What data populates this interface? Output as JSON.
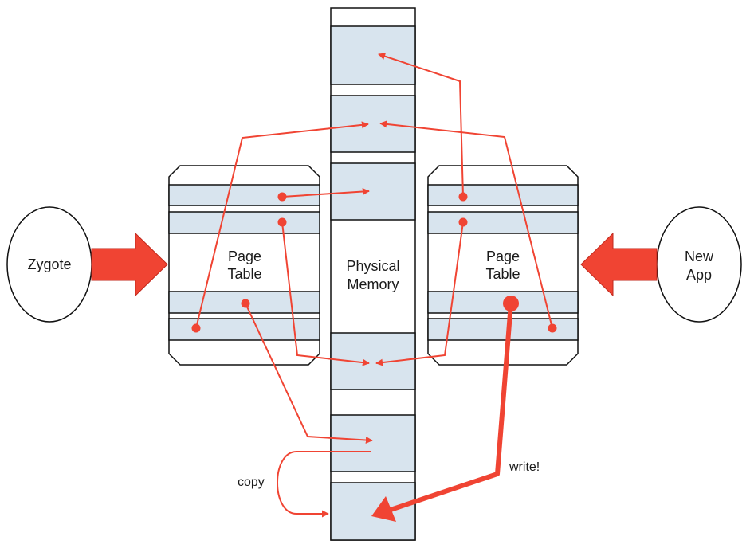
{
  "diagram": {
    "zygote": {
      "label": "Zygote"
    },
    "new_app": {
      "label_line1": "New",
      "label_line2": "App"
    },
    "left_page_table": {
      "label_line1": "Page",
      "label_line2": "Table"
    },
    "right_page_table": {
      "label_line1": "Page",
      "label_line2": "Table"
    },
    "physical_memory": {
      "label_line1": "Physical",
      "label_line2": "Memory"
    },
    "copy_label": "copy",
    "write_label": "write!"
  },
  "colors": {
    "arrow_red": "#f04433",
    "block_fill": "#d8e4ee",
    "outline": "#111111"
  }
}
